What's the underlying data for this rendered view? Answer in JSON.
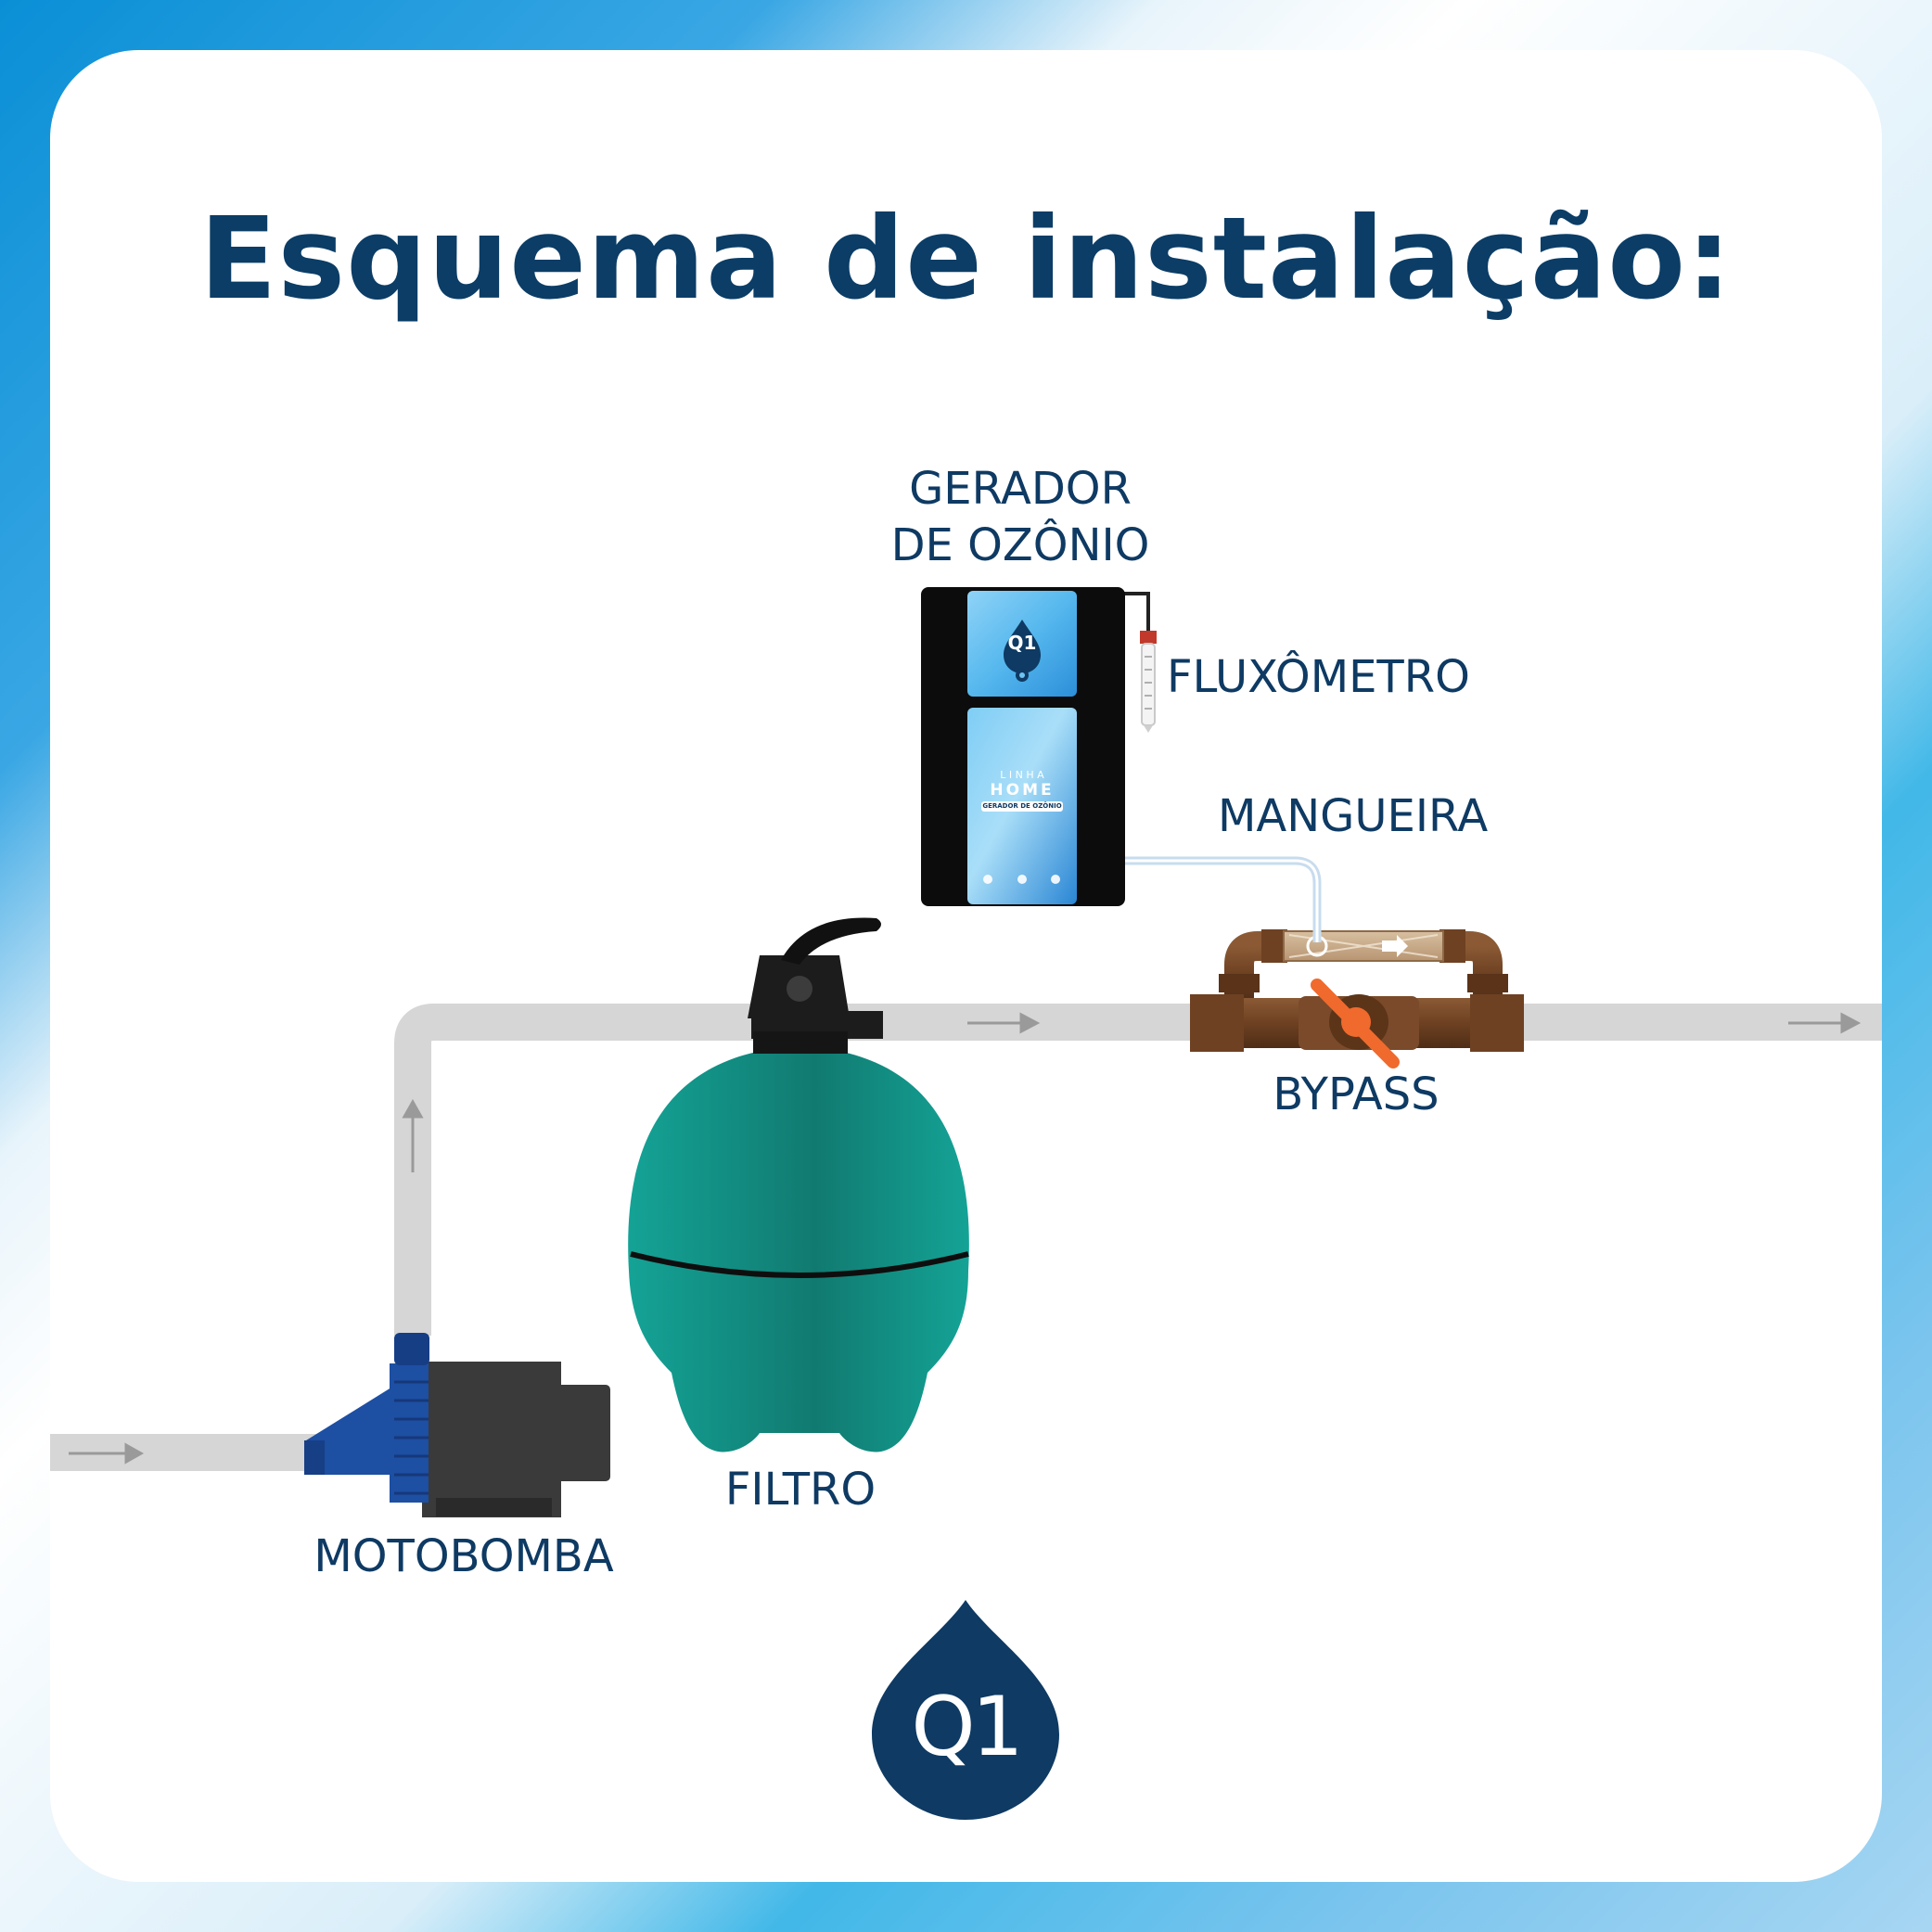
{
  "title": "Esquema de instalação:",
  "labels": {
    "gerador_line1": "GERADOR",
    "gerador_line2": "DE OZÔNIO",
    "fluxometro": "FLUXÔMETRO",
    "mangueira": "MANGUEIRA",
    "bypass": "BYPASS",
    "filtro": "FILTRO",
    "motobomba": "MOTOBOMBA"
  },
  "device": {
    "logo_text": "Q1",
    "linha": "L I N H A",
    "home": "HOME",
    "sub": "GERADOR DE OZÔNIO"
  },
  "logo": {
    "text": "Q1"
  },
  "colors": {
    "brand": "#0e3a63",
    "pipe": "#d6d6d6",
    "filter": "#168f85",
    "pump": "#3a3a3a",
    "pump_accent": "#1d4fa3",
    "bypass": "#7a4a2a",
    "valve": "#f06a2d"
  }
}
